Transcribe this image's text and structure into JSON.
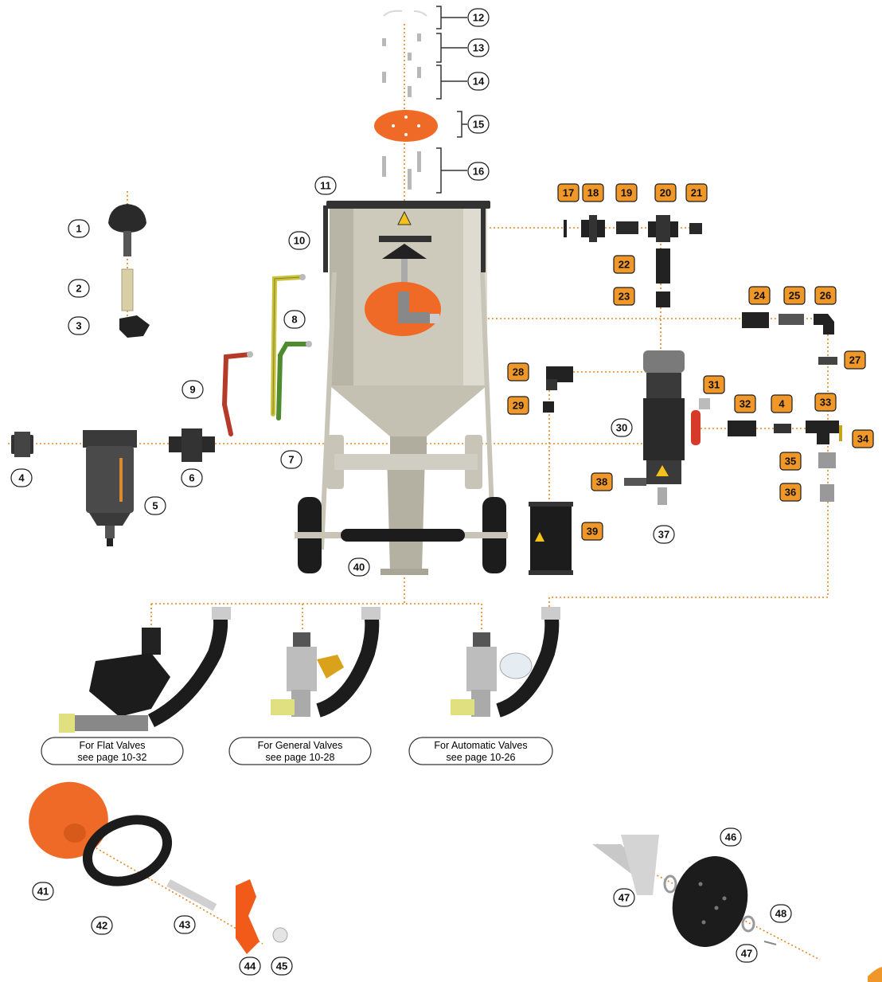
{
  "diagram": {
    "colors": {
      "accent_orange": "#f0972a",
      "leader": "#e8851a",
      "part_orange": "#ef6a26",
      "steel": "#c8c5b8",
      "steel_dark": "#8f8c80",
      "black": "#1c1c1c"
    },
    "labels": {
      "l1": "1",
      "l2": "2",
      "l3": "3",
      "l4a": "4",
      "l5": "5",
      "l6": "6",
      "l7": "7",
      "l8": "8",
      "l9": "9",
      "l10": "10",
      "l11": "11",
      "l12": "12",
      "l13": "13",
      "l14": "14",
      "l15": "15",
      "l16": "16",
      "l17": "17",
      "l18": "18",
      "l19": "19",
      "l20": "20",
      "l21": "21",
      "l22": "22",
      "l23": "23",
      "l24": "24",
      "l25": "25",
      "l26": "26",
      "l27": "27",
      "l28": "28",
      "l29": "29",
      "l30": "30",
      "l31": "31",
      "l32": "32",
      "l4b": "4",
      "l33": "33",
      "l34": "34",
      "l35": "35",
      "l36": "36",
      "l37": "37",
      "l38": "38",
      "l39": "39",
      "l40": "40",
      "l41": "41",
      "l42": "42",
      "l43": "43",
      "l44": "44",
      "l45": "45",
      "l46": "46",
      "l47a": "47",
      "l47b": "47",
      "l48": "48"
    },
    "notes": {
      "flat": {
        "line1": "For Flat Valves",
        "line2": "see page 10-32"
      },
      "general": {
        "line1": "For General Valves",
        "line2": "see page 10-28"
      },
      "automatic": {
        "line1": "For Automatic Valves",
        "line2": "see page 10-26"
      }
    }
  }
}
